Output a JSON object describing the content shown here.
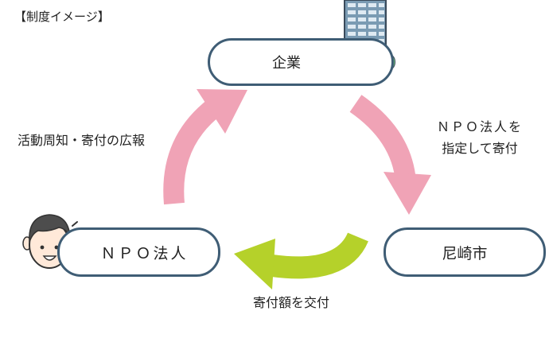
{
  "title": "【制度イメージ】",
  "nodes": {
    "company": "企業",
    "npo": "ＮＰＯ法人",
    "city": "尼崎市"
  },
  "flows": {
    "npo_to_company": "活動周知・寄付の広報",
    "company_to_city_line1": "ＮＰＯ法人を",
    "company_to_city_line2": "指定して寄付",
    "city_to_npo": "寄付額を交付"
  },
  "colors": {
    "pink_arrow": "#f0a3b6",
    "green_arrow": "#b5d12a",
    "node_border": "#3f5d75",
    "building_glass": "#6f98b5",
    "tree": "#6cc27e",
    "skin": "#ffe9d9",
    "hair": "#4d4d4d"
  },
  "icons": [
    "office-building-icon",
    "tree-icon",
    "person-face-icon"
  ]
}
